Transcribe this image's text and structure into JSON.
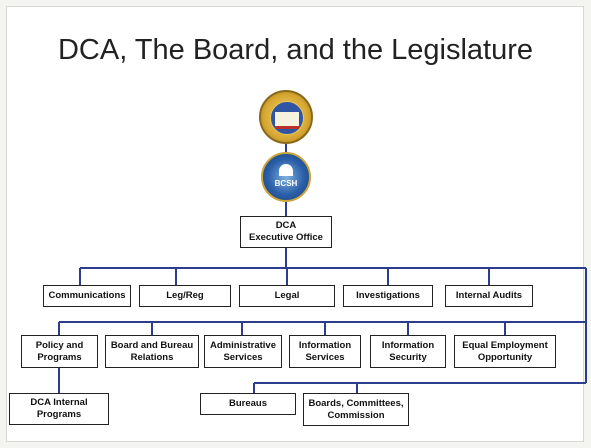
{
  "slide": {
    "title": "DCA, The Board, and the Legislature"
  },
  "seals": {
    "california_seal_text": "",
    "bcsh_seal_text": "BCSH"
  },
  "chart": {
    "executive": "DCA\nExecutive Office",
    "row1": [
      "Communications",
      "Leg/Reg",
      "Legal",
      "Investigations",
      "Internal Audits"
    ],
    "row2": [
      "Policy and Programs",
      "Board and Bureau Relations",
      "Administrative Services",
      "Information Services",
      "Information Security",
      "Equal Employment Opportunity"
    ],
    "row3_left": "DCA Internal Programs",
    "row3": [
      "Bureaus",
      "Boards, Committees, Commission"
    ]
  },
  "colors": {
    "connector": "#2b3d8f",
    "box_border": "#222222"
  }
}
